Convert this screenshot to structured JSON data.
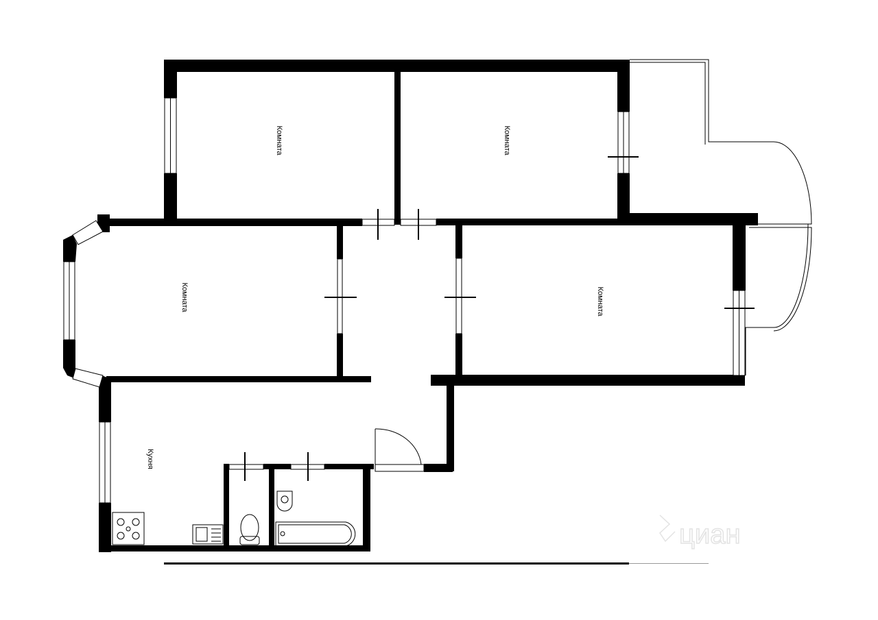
{
  "rooms": {
    "room_top_left": "Комната",
    "room_top_right": "Комната",
    "room_left": "Комната",
    "room_right": "Комната",
    "kitchen": "Кухня"
  },
  "watermark": "циан",
  "colors": {
    "wall": "#000000",
    "background": "#ffffff",
    "watermark": "#e3e3e3"
  }
}
